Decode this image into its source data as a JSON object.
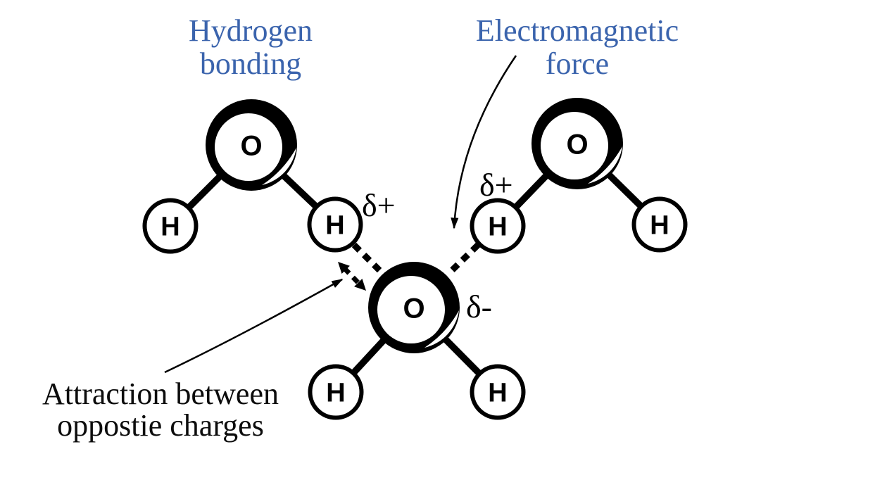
{
  "figure": {
    "background_color": "#ffffff",
    "ink_color": "#000000",
    "accent_color": "#3b64ad"
  },
  "labels": {
    "hydrogen_bonding": {
      "line1": "Hydrogen",
      "line2": "bonding"
    },
    "electromagnetic_force": {
      "line1": "Electromagnetic",
      "line2": "force"
    },
    "attraction": {
      "line1": "Attraction between",
      "line2": "oppostie charges"
    }
  },
  "charges": {
    "delta_plus_left": "δ+",
    "delta_plus_right": "δ+",
    "delta_minus": "δ-"
  },
  "atoms": {
    "oxygen_symbol": "O",
    "hydrogen_symbol": "H"
  }
}
